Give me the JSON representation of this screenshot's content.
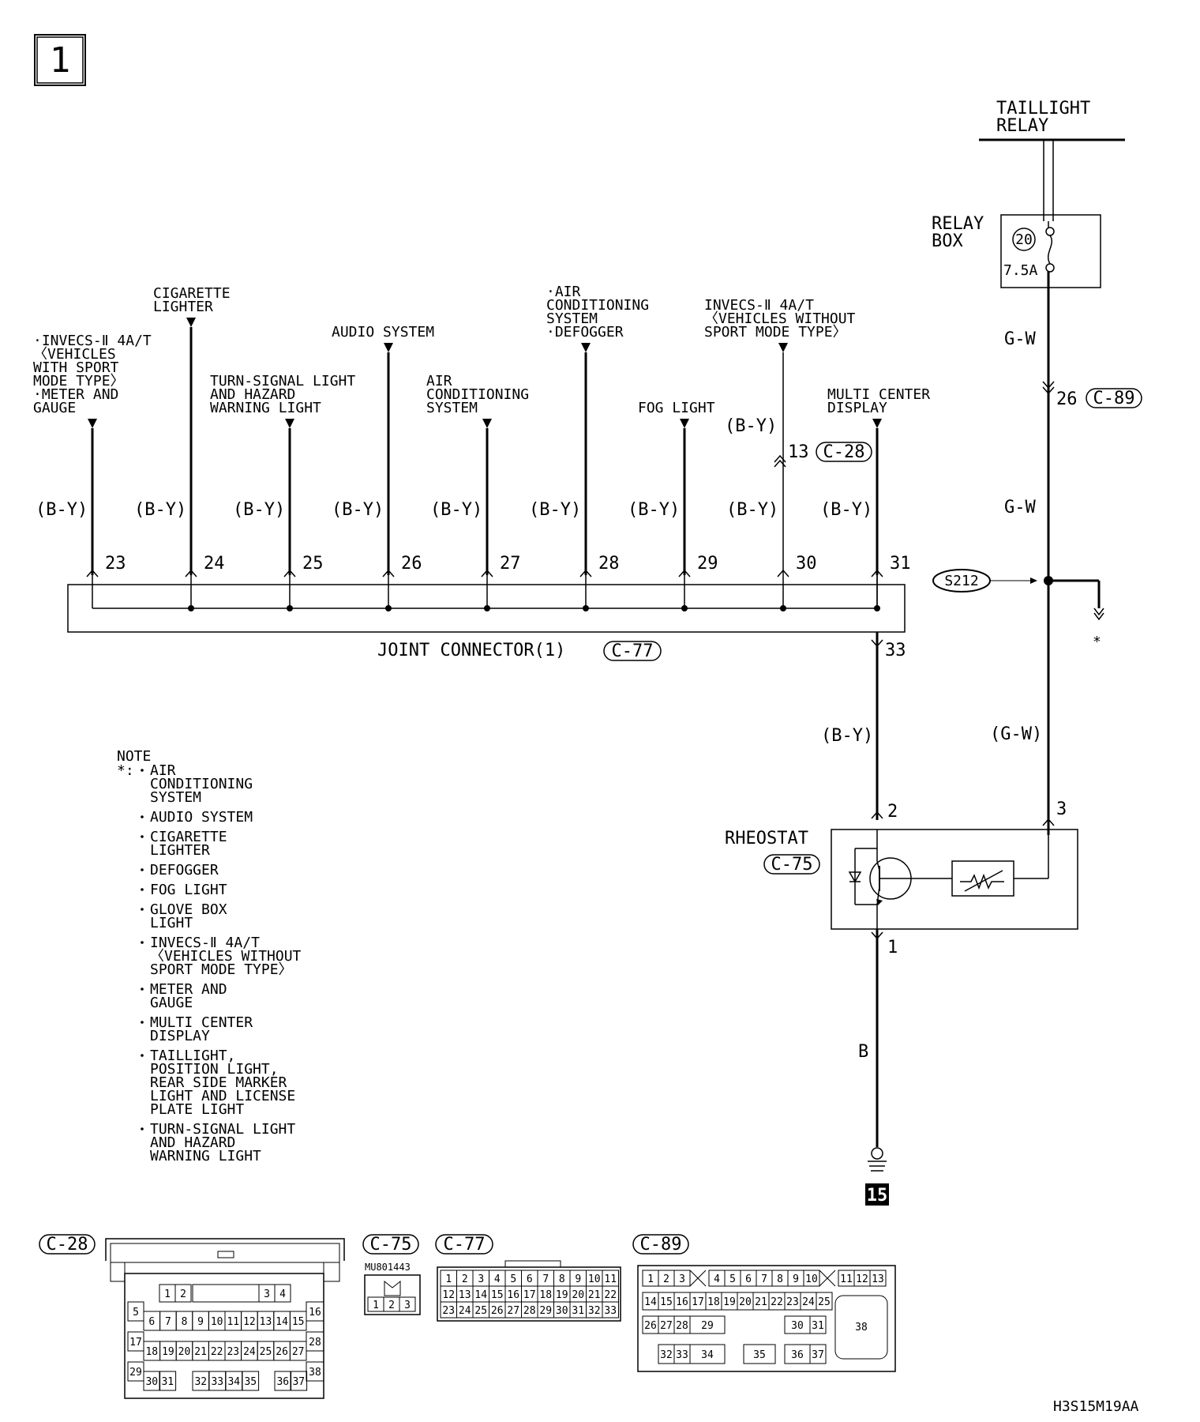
{
  "page": {
    "page_number": "1",
    "drawing_code": "H3S15M19AA",
    "ground_number": "15"
  },
  "relay": {
    "taillight_relay": [
      "TAILLIGHT",
      "RELAY"
    ],
    "relay_box": [
      "RELAY",
      "BOX"
    ],
    "fuse_number": "20",
    "fuse_rating": "7.5A"
  },
  "wires": {
    "gw": "G-W",
    "gw_paren": "(G-W)",
    "by_paren": "(B-Y)",
    "b": "B"
  },
  "connector_refs": {
    "c28": "C-28",
    "c75": "C-75",
    "c77": "C-77",
    "c89": "C-89"
  },
  "splice": "S212",
  "asterisk": "*",
  "pins": {
    "c89_pin": "26",
    "c28_pin": "13",
    "jc_out_pin": "33",
    "rheo_pin2": "2",
    "rheo_pin3": "3",
    "rheo_pin1": "1"
  },
  "joint_connector": {
    "label": "JOINT CONNECTOR(1)",
    "pins": [
      "23",
      "24",
      "25",
      "26",
      "27",
      "28",
      "29",
      "30",
      "31"
    ]
  },
  "branches": [
    [
      "·INVECS-Ⅱ 4A/T",
      "〈VEHICLES",
      " WITH SPORT",
      " MODE TYPE〉",
      "·METER AND",
      " GAUGE"
    ],
    [
      "CIGARETTE",
      "LIGHTER"
    ],
    [
      "TURN-SIGNAL LIGHT",
      "AND HAZARD",
      "WARNING LIGHT"
    ],
    [
      "AUDIO SYSTEM"
    ],
    [
      "AIR",
      "CONDITIONING",
      "SYSTEM"
    ],
    [
      "·AIR",
      " CONDITIONING",
      " SYSTEM",
      "·DEFOGGER"
    ],
    [
      "FOG LIGHT"
    ],
    [
      "INVECS-Ⅱ 4A/T",
      "〈VEHICLES WITHOUT",
      " SPORT MODE TYPE〉"
    ],
    [
      "MULTI CENTER",
      "DISPLAY"
    ]
  ],
  "rheostat": {
    "label": "RHEOSTAT"
  },
  "note": {
    "title": "NOTE",
    "marker": "*:",
    "items": [
      [
        "AIR",
        "CONDITIONING",
        "SYSTEM"
      ],
      [
        "AUDIO SYSTEM"
      ],
      [
        "CIGARETTE",
        "LIGHTER"
      ],
      [
        "DEFOGGER"
      ],
      [
        "FOG LIGHT"
      ],
      [
        "GLOVE BOX",
        "LIGHT"
      ],
      [
        "INVECS-Ⅱ 4A/T",
        "〈VEHICLES WITHOUT",
        " SPORT MODE TYPE〉"
      ],
      [
        "METER AND",
        "GAUGE"
      ],
      [
        "MULTI CENTER",
        "DISPLAY"
      ],
      [
        "TAILLIGHT,",
        "POSITION LIGHT,",
        "REAR SIDE MARKER",
        "LIGHT AND LICENSE",
        "PLATE LIGHT"
      ],
      [
        "TURN-SIGNAL LIGHT",
        "AND HAZARD",
        "WARNING LIGHT"
      ]
    ]
  },
  "c75_part_number": "MU801443",
  "c75_pins": [
    "1",
    "2",
    "3"
  ],
  "c77_rows": [
    [
      "1",
      "2",
      "3",
      "4",
      "5",
      "6",
      "7",
      "8",
      "9",
      "10",
      "11"
    ],
    [
      "12",
      "13",
      "14",
      "15",
      "16",
      "17",
      "18",
      "19",
      "20",
      "21",
      "22"
    ],
    [
      "23",
      "24",
      "25",
      "26",
      "27",
      "28",
      "29",
      "30",
      "31",
      "32",
      "33"
    ]
  ],
  "c28_cells": {
    "top": [
      "1",
      "2",
      "3",
      "4"
    ],
    "left": [
      "5",
      "17",
      "29"
    ],
    "right": [
      "16",
      "28",
      "38"
    ],
    "row2": [
      "6",
      "7",
      "8",
      "9",
      "10",
      "11",
      "12",
      "13",
      "14",
      "15"
    ],
    "row3": [
      "18",
      "19",
      "20",
      "21",
      "22",
      "23",
      "24",
      "25",
      "26",
      "27"
    ],
    "row4": [
      "30",
      "31",
      "32",
      "33",
      "34",
      "35",
      "36",
      "37"
    ]
  },
  "c89_cells": {
    "row1": [
      "1",
      "2",
      "3",
      "4",
      "5",
      "6",
      "7",
      "8",
      "9",
      "10",
      "11",
      "12",
      "13"
    ],
    "row2": [
      "14",
      "15",
      "16",
      "17",
      "18",
      "19",
      "20",
      "21",
      "22",
      "23",
      "24",
      "25"
    ],
    "row3": [
      "26",
      "27",
      "28",
      "29",
      "30",
      "31"
    ],
    "row4": [
      "32",
      "33",
      "34",
      "35",
      "36",
      "37"
    ],
    "big": "38"
  }
}
